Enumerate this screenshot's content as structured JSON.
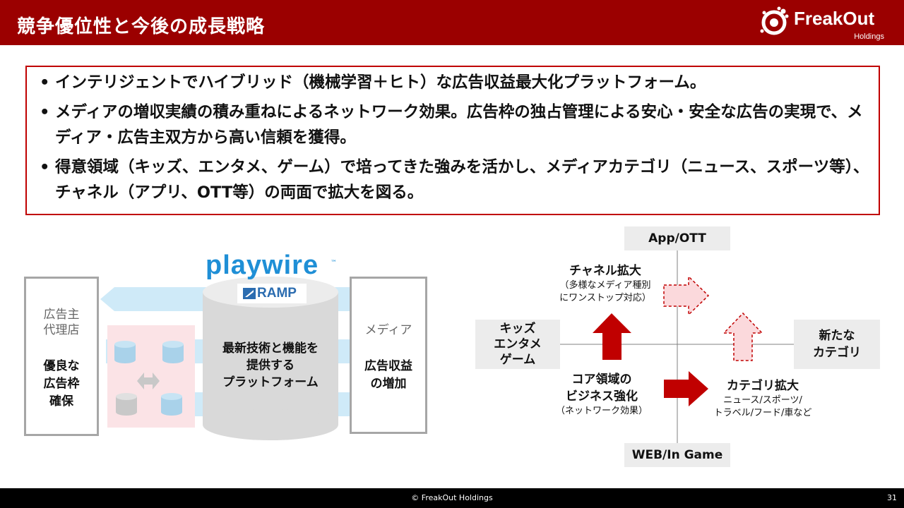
{
  "header": {
    "title": "競争優位性と今後の成長戦略",
    "logo_name": "FreakOut",
    "logo_sub": "Holdings"
  },
  "bullets": [
    {
      "marker": "•",
      "text": "インテリジェントでハイブリッド（機械学習＋ヒト）な広告収益最大化プラットフォーム。"
    },
    {
      "marker": "•",
      "text": "メディアの増収実績の積み重ねによるネットワーク効果。広告枠の独占管理による安心・安全な広告の実現で、メディア・広告主双方から高い信頼を獲得。"
    },
    {
      "marker": "•",
      "text": "得意領域（キッズ、エンタメ、ゲーム）で培ってきた強みを活かし、メディアカテゴリ（ニュース、スポーツ等）、チャネル（アプリ、OTT等）の両面で拡大を図る。"
    }
  ],
  "left_diagram": {
    "agency": {
      "line1": "広告主",
      "line2": "代理店",
      "bold1": "優良な",
      "bold2": "広告枠",
      "bold3": "確保"
    },
    "media": {
      "line1": "メディア",
      "bold1": "広告収益",
      "bold2": "の増加"
    },
    "brand": "playwire",
    "trademark": "™",
    "ramp": "RAMP",
    "platform": {
      "line1": "最新技術と機能を",
      "line2": "提供する",
      "line3": "プラットフォーム"
    }
  },
  "matrix": {
    "axis_top": "App/OTT",
    "axis_bottom": "WEB/In Game",
    "axis_left": {
      "line1": "キッズ",
      "line2": "エンタメ",
      "line3": "ゲーム"
    },
    "axis_right": {
      "line1": "新たな",
      "line2": "カテゴリ"
    },
    "channel": {
      "title": "チャネル拡大",
      "sub1": "（多様なメディア種別",
      "sub2": "にワンストップ対応）"
    },
    "core": {
      "title1": "コア領域の",
      "title2": "ビジネス強化",
      "sub": "（ネットワーク効果）"
    },
    "category": {
      "title": "カテゴリ拡大",
      "sub1": "ニュース/スポーツ/",
      "sub2": "トラベル/フード/車など"
    }
  },
  "colors": {
    "header_bg": "#9b0000",
    "accent_red": "#c00000",
    "arrow_solid": "#c00000",
    "arrow_dashed_fill": "#fbd9dc",
    "band_blue": "#cfeaf8",
    "pink_area": "#fbe3e6",
    "cylinder_gray": "#d9d9d9",
    "brand_blue": "#1f8fd6"
  },
  "footer": {
    "copyright": "© FreakOut Holdings",
    "page": "31"
  }
}
